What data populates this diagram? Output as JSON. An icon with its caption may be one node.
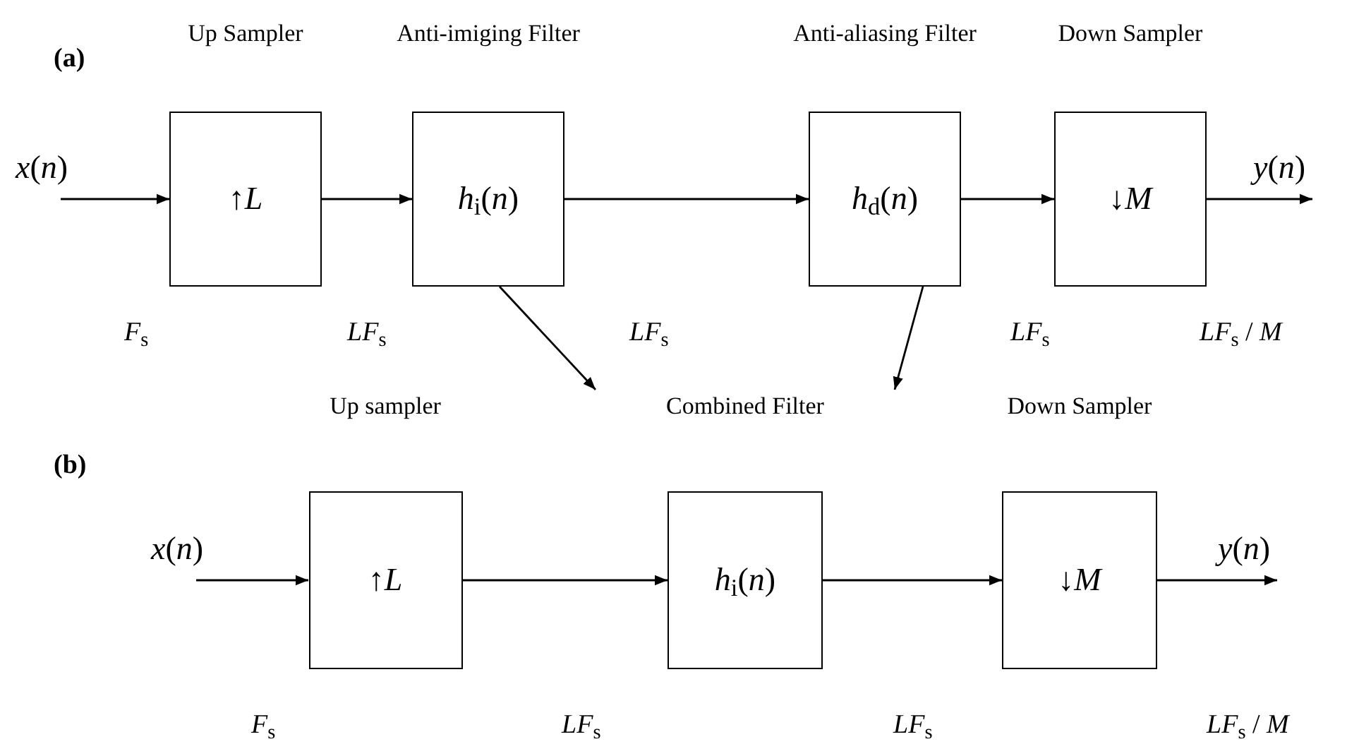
{
  "diagram": {
    "nodes": [
      {
        "text": [
          "Up Sampler",
          "↑*L*"
        ]
      },
      {
        "text": [
          "Anti-imiging Filter",
          "*h*$_{i}$(*n*)"
        ]
      },
      {
        "text": [
          "Anti-aliasing Filter",
          "*h*$_{d}$(*n*)"
        ]
      },
      {
        "text": [
          "Down Sampler",
          "↓*M*"
        ]
      },
      {
        "text": [
          "Up sampler",
          "↑*L*"
        ]
      },
      {
        "text": [
          "Combined Filter",
          "*h*$_{i}$(*n*)"
        ]
      },
      {
        "text": [
          "Down Sampler",
          "↓*M*"
        ]
      }
    ],
    "edges": [
      {
        "from": null,
        "to": 0,
        "arrow": "to",
        "label": "*x*(*n*)"
      },
      {
        "from": 0,
        "to": 1,
        "arrow": "to"
      },
      {
        "from": 1,
        "to": 2,
        "arrow": "to"
      },
      {
        "from": 2,
        "to": 3,
        "arrow": "to"
      },
      {
        "from": 3,
        "to": null,
        "arrow": "to",
        "label": "*y*(*n*)"
      },
      {
        "from": 1,
        "to": 5,
        "arrow": "to"
      },
      {
        "from": 2,
        "to": 5,
        "arrow": "to"
      },
      {
        "from": null,
        "to": 4,
        "arrow": "to",
        "label": "*x*(*n*)"
      },
      {
        "from": 4,
        "to": 5,
        "arrow": "to"
      },
      {
        "from": 5,
        "to": 6,
        "arrow": "to"
      },
      {
        "from": 6,
        "to": null,
        "arrow": "to",
        "label": "*y*(*n*)"
      }
    ],
    "labels": [
      "(a)",
      "*F*$_{s}$",
      "*LF*$_{s}$",
      "*LF*$_{s}$",
      "*LF*$_{s}$",
      "*LF*$_{s}$ / *M*",
      "(b)",
      "*F*$_{s}$",
      "*LF*$_{s}$",
      "*LF*$_{s}$",
      "*LF*$_{s}$ / *M*"
    ]
  }
}
